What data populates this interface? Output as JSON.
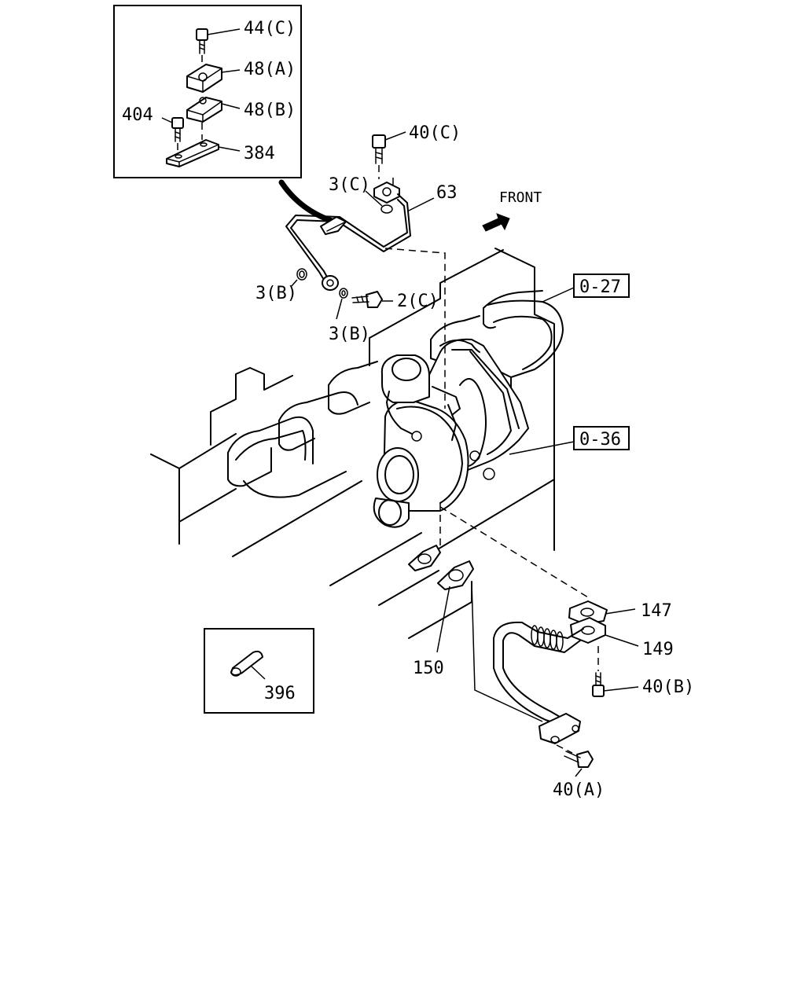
{
  "parts": {
    "p44c": "44(C)",
    "p48a": "48(A)",
    "p48b": "48(B)",
    "p404": "404",
    "p384": "384",
    "p40c": "40(C)",
    "p3c": "3(C)",
    "p63": "63",
    "p3b_left": "3(B)",
    "p2c": "2(C)",
    "p3b_lower": "3(B)",
    "p147": "147",
    "p149": "149",
    "p150": "150",
    "p40b": "40(B)",
    "p40a": "40(A)",
    "p396": "396"
  },
  "references": {
    "r027": "0-27",
    "r036": "0-36"
  },
  "front_label": "FRONT"
}
